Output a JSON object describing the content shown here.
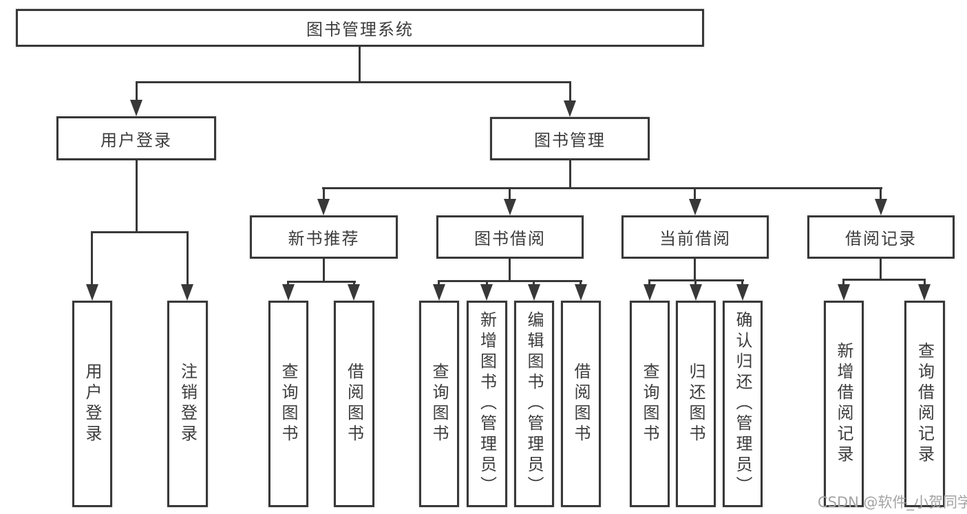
{
  "tree": {
    "root": {
      "label": "图书管理系统"
    },
    "level1": [
      {
        "label": "用户登录"
      },
      {
        "label": "图书管理"
      }
    ],
    "user_login_children": [
      "用户登录",
      "注销登录"
    ],
    "book_management_groups": [
      {
        "label": "新书推荐",
        "children": [
          "查询图书",
          "借阅图书"
        ]
      },
      {
        "label": "图书借阅",
        "children": [
          "查询图书",
          "新增图书（管理员）",
          "编辑图书（管理员）",
          "借阅图书"
        ]
      },
      {
        "label": "当前借阅",
        "children": [
          "查询图书",
          "归还图书",
          "确认归还（管理员）"
        ]
      },
      {
        "label": "借阅记录",
        "children": [
          "新增借阅记录",
          "查询借阅记录"
        ]
      }
    ]
  },
  "watermark": "CSDN @软件_小贺同学",
  "colors": {
    "line": "#383838",
    "box_border": "#383838",
    "box_fill": "#ffffff",
    "text": "#3c3c3c",
    "watermark": "#a3a3a3",
    "background": "#ffffff"
  }
}
